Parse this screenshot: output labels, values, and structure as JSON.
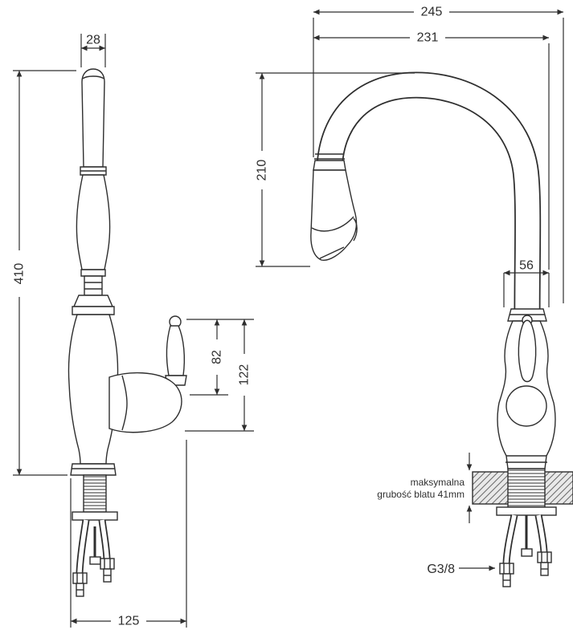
{
  "page": {
    "background": "#ffffff",
    "line_color": "#2e2e2e"
  },
  "left_view": {
    "dim_spout_width": "28",
    "dim_total_height": "410",
    "dim_handle_height": "82",
    "dim_handle_overall": "122",
    "dim_base_depth": "125"
  },
  "right_view": {
    "dim_overall_reach": "245",
    "dim_spout_reach": "231",
    "dim_spout_height": "210",
    "dim_body_width": "56",
    "counter_note_line1": "maksymalna",
    "counter_note_line2": "grubość blatu 41mm",
    "thread_size": "G3/8"
  }
}
